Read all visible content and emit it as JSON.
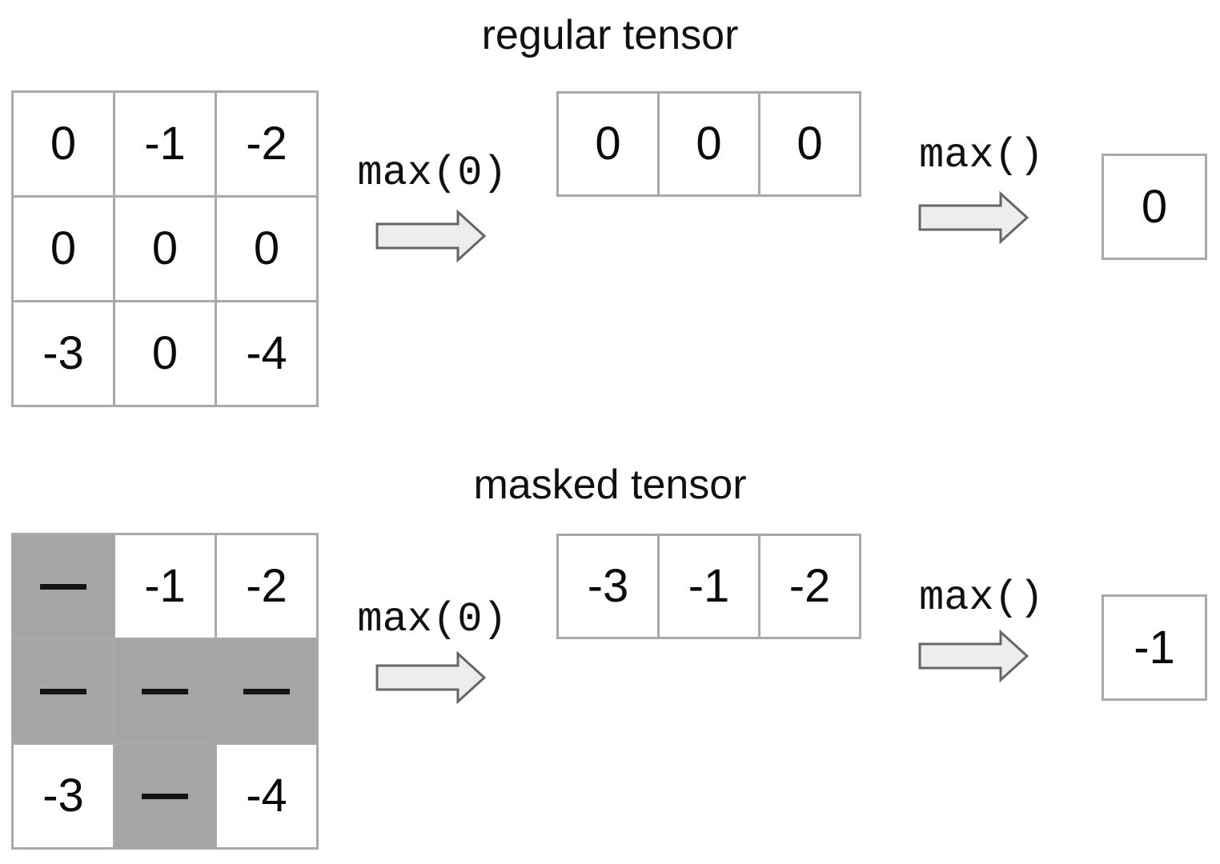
{
  "sections": [
    {
      "id": "regular",
      "title": "regular tensor",
      "input_matrix": [
        [
          "0",
          "-1",
          "-2"
        ],
        [
          "0",
          "0",
          "0"
        ],
        [
          "-3",
          "0",
          "-4"
        ]
      ],
      "mask": [
        [
          false,
          false,
          false
        ],
        [
          false,
          false,
          false
        ],
        [
          false,
          false,
          false
        ]
      ],
      "op1_label": "max(0)",
      "row_result": [
        "0",
        "0",
        "0"
      ],
      "op2_label": "max()",
      "scalar_result": "0"
    },
    {
      "id": "masked",
      "title": "masked tensor",
      "input_matrix": [
        [
          "—",
          "-1",
          "-2"
        ],
        [
          "—",
          "—",
          "—"
        ],
        [
          "-3",
          "—",
          "-4"
        ]
      ],
      "mask": [
        [
          true,
          false,
          false
        ],
        [
          true,
          true,
          true
        ],
        [
          false,
          true,
          false
        ]
      ],
      "op1_label": "max(0)",
      "row_result": [
        "-3",
        "-1",
        "-2"
      ],
      "op2_label": "max()",
      "scalar_result": "-1"
    }
  ],
  "mask_glyph": "—",
  "icons": {
    "arrow": "arrow-right"
  },
  "colors": {
    "background": "#ffffff",
    "cell_border": "#a9a9a9",
    "mask_fill": "#a5a5a5",
    "arrow_fill": "#ededed",
    "arrow_stroke": "#666666",
    "text": "#111111"
  }
}
